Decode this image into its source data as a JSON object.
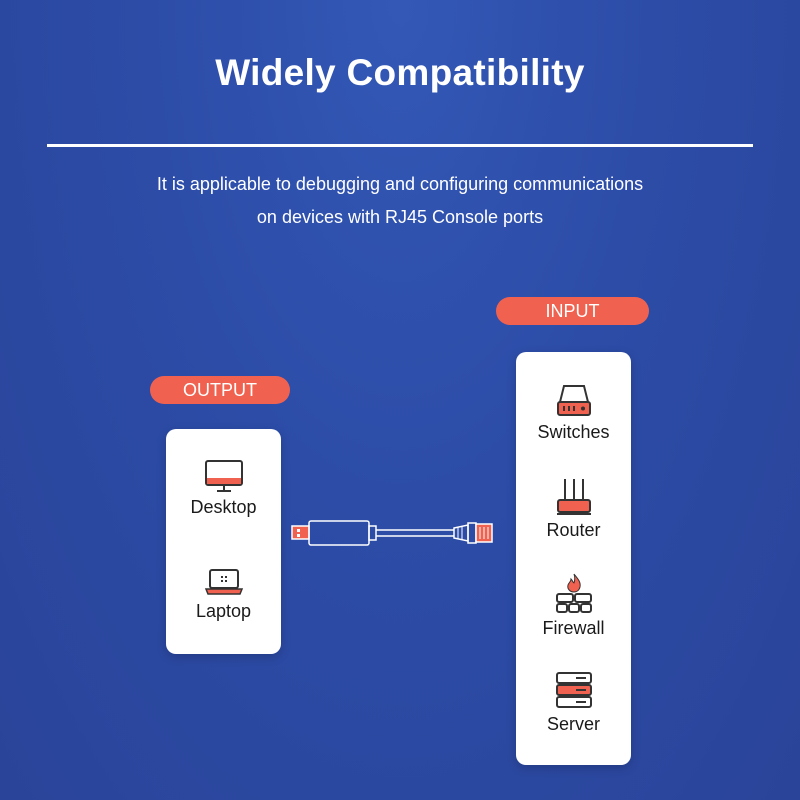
{
  "header": {
    "title": "Widely Compatibility",
    "subtitle_line1": "It is applicable to debugging and configuring communications",
    "subtitle_line2": "on devices with RJ45 Console ports"
  },
  "output": {
    "badge": "OUTPUT",
    "devices": [
      {
        "label": "Desktop",
        "icon": "desktop-icon"
      },
      {
        "label": "Laptop",
        "icon": "laptop-icon"
      }
    ]
  },
  "input": {
    "badge": "INPUT",
    "devices": [
      {
        "label": "Switches",
        "icon": "switch-icon"
      },
      {
        "label": "Router",
        "icon": "router-icon"
      },
      {
        "label": "Firewall",
        "icon": "firewall-icon"
      },
      {
        "label": "Server",
        "icon": "server-icon"
      }
    ]
  },
  "colors": {
    "background": "#2c4ca7",
    "accent": "#f0624f",
    "card": "#ffffff",
    "text_dark": "#1a1a1a"
  }
}
